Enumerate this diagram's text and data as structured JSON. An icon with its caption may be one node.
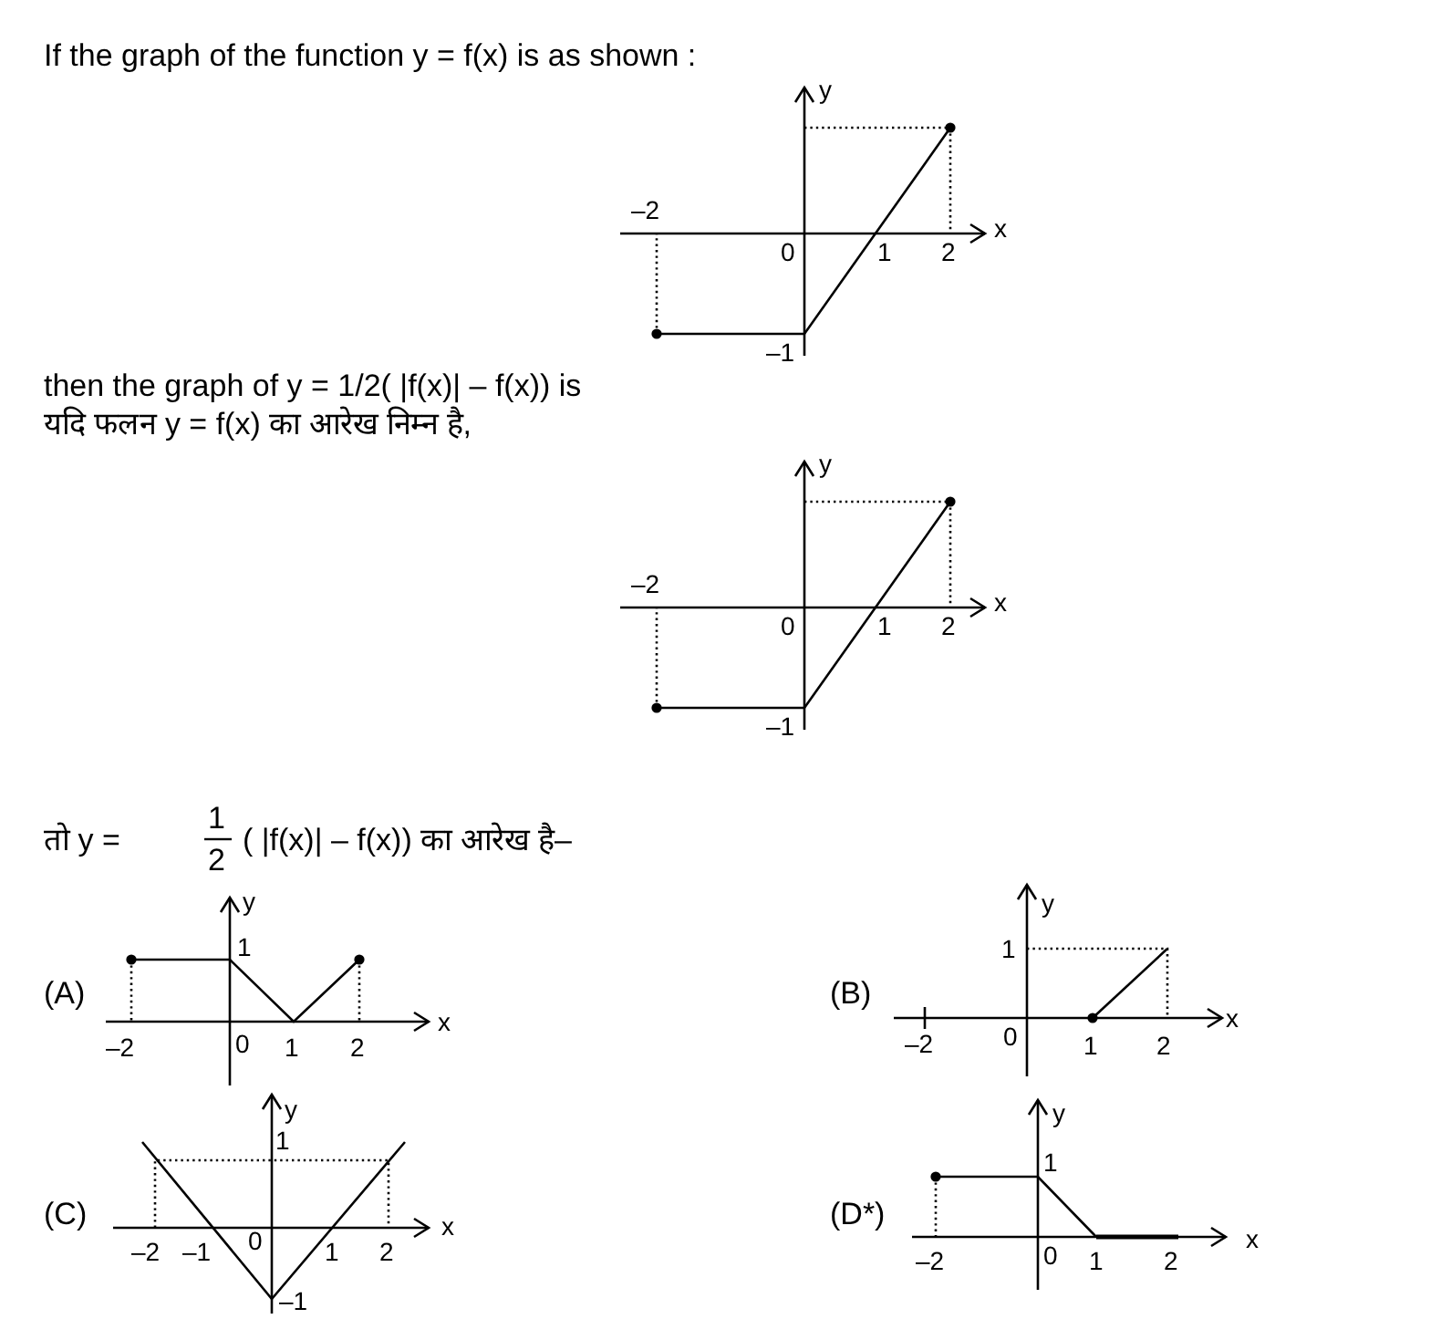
{
  "diagram": {
    "labels": [
      "If the graph of the function y = f(x) is as shown :",
      "y",
      "–2",
      "x",
      "0",
      "1",
      "2",
      "–1",
      "then the graph of y = 1/2( |f(x)| – f(x)) is",
      "यदि फलन y = f(x) का आरेख निम्न है,",
      "y",
      "–2",
      "x",
      "0",
      "1",
      "2",
      "–1",
      "तो y =",
      "1",
      "2",
      "( |f(x)| – f(x)) का आरेख है–",
      "y",
      "1",
      "(A)",
      "x",
      "–2",
      "0",
      "1",
      "2",
      "y",
      "1",
      "(B)",
      "x",
      "–2",
      "0",
      "1",
      "2",
      "y",
      "1",
      "(C)",
      "x",
      "–2",
      "–1",
      "0",
      "1",
      "2",
      "–1",
      "y",
      "1",
      "(D*)",
      "x",
      "–2",
      "0",
      "1",
      "2"
    ]
  }
}
